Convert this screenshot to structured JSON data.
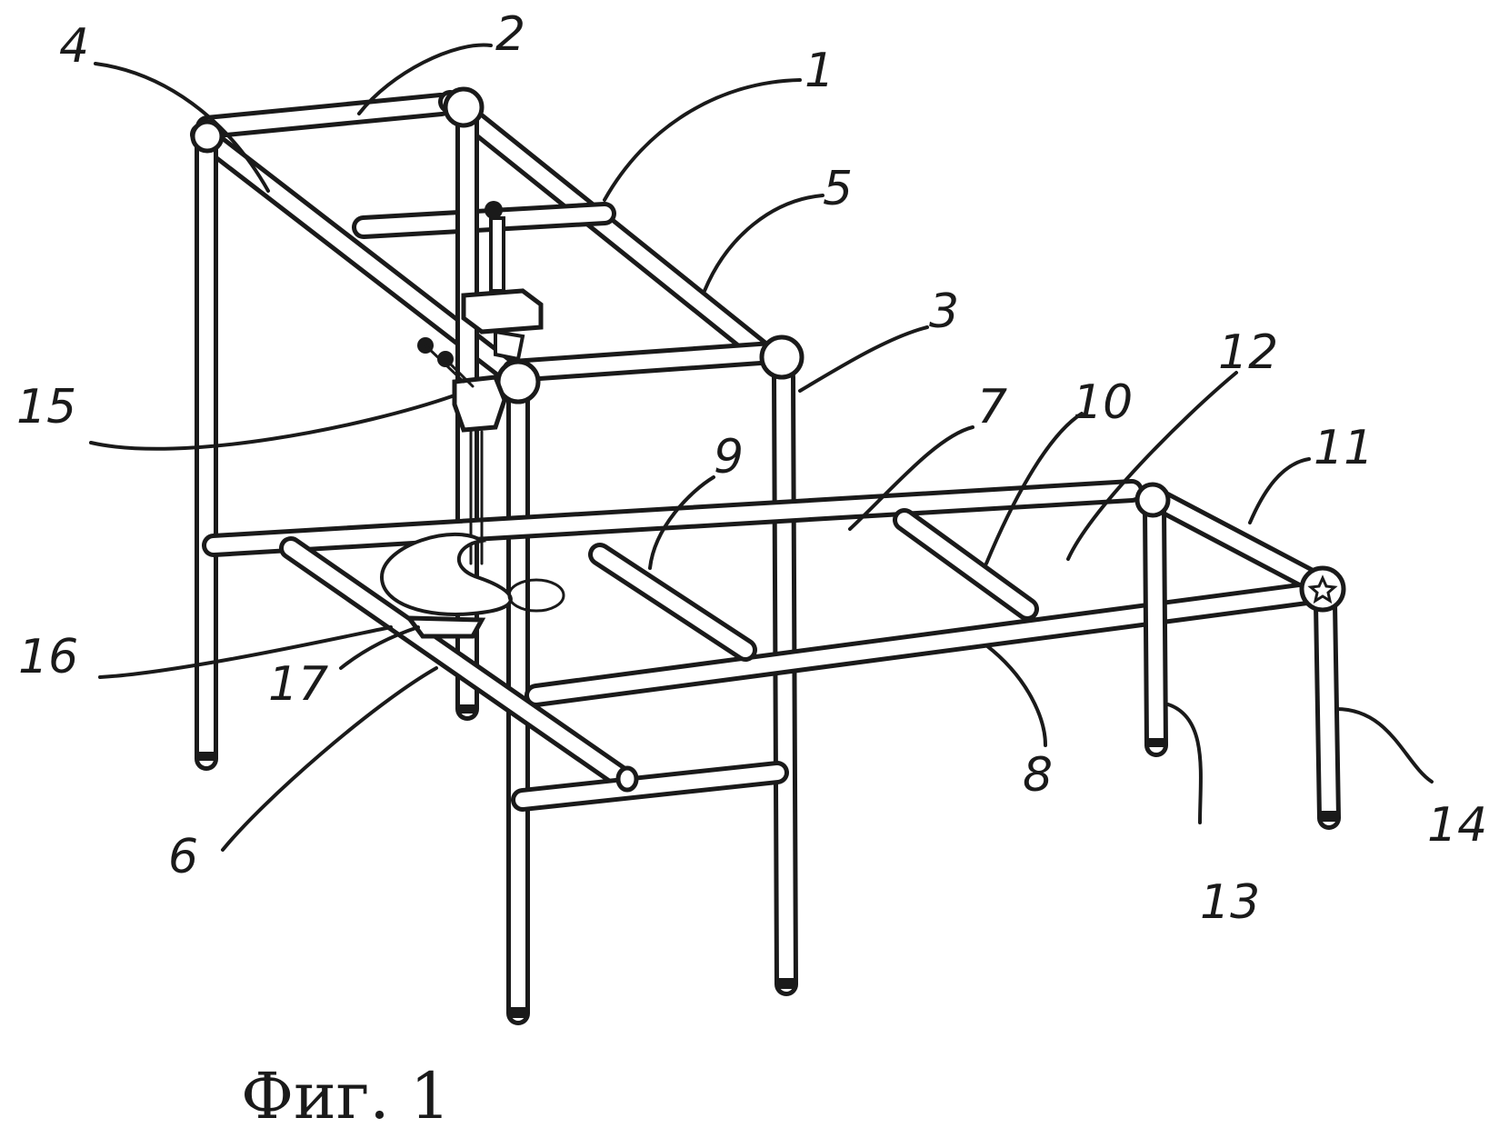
{
  "figure": {
    "caption": "Фиг. 1",
    "labels": [
      "1",
      "2",
      "3",
      "4",
      "5",
      "6",
      "7",
      "8",
      "9",
      "10",
      "11",
      "12",
      "13",
      "14",
      "15",
      "16",
      "17"
    ]
  }
}
